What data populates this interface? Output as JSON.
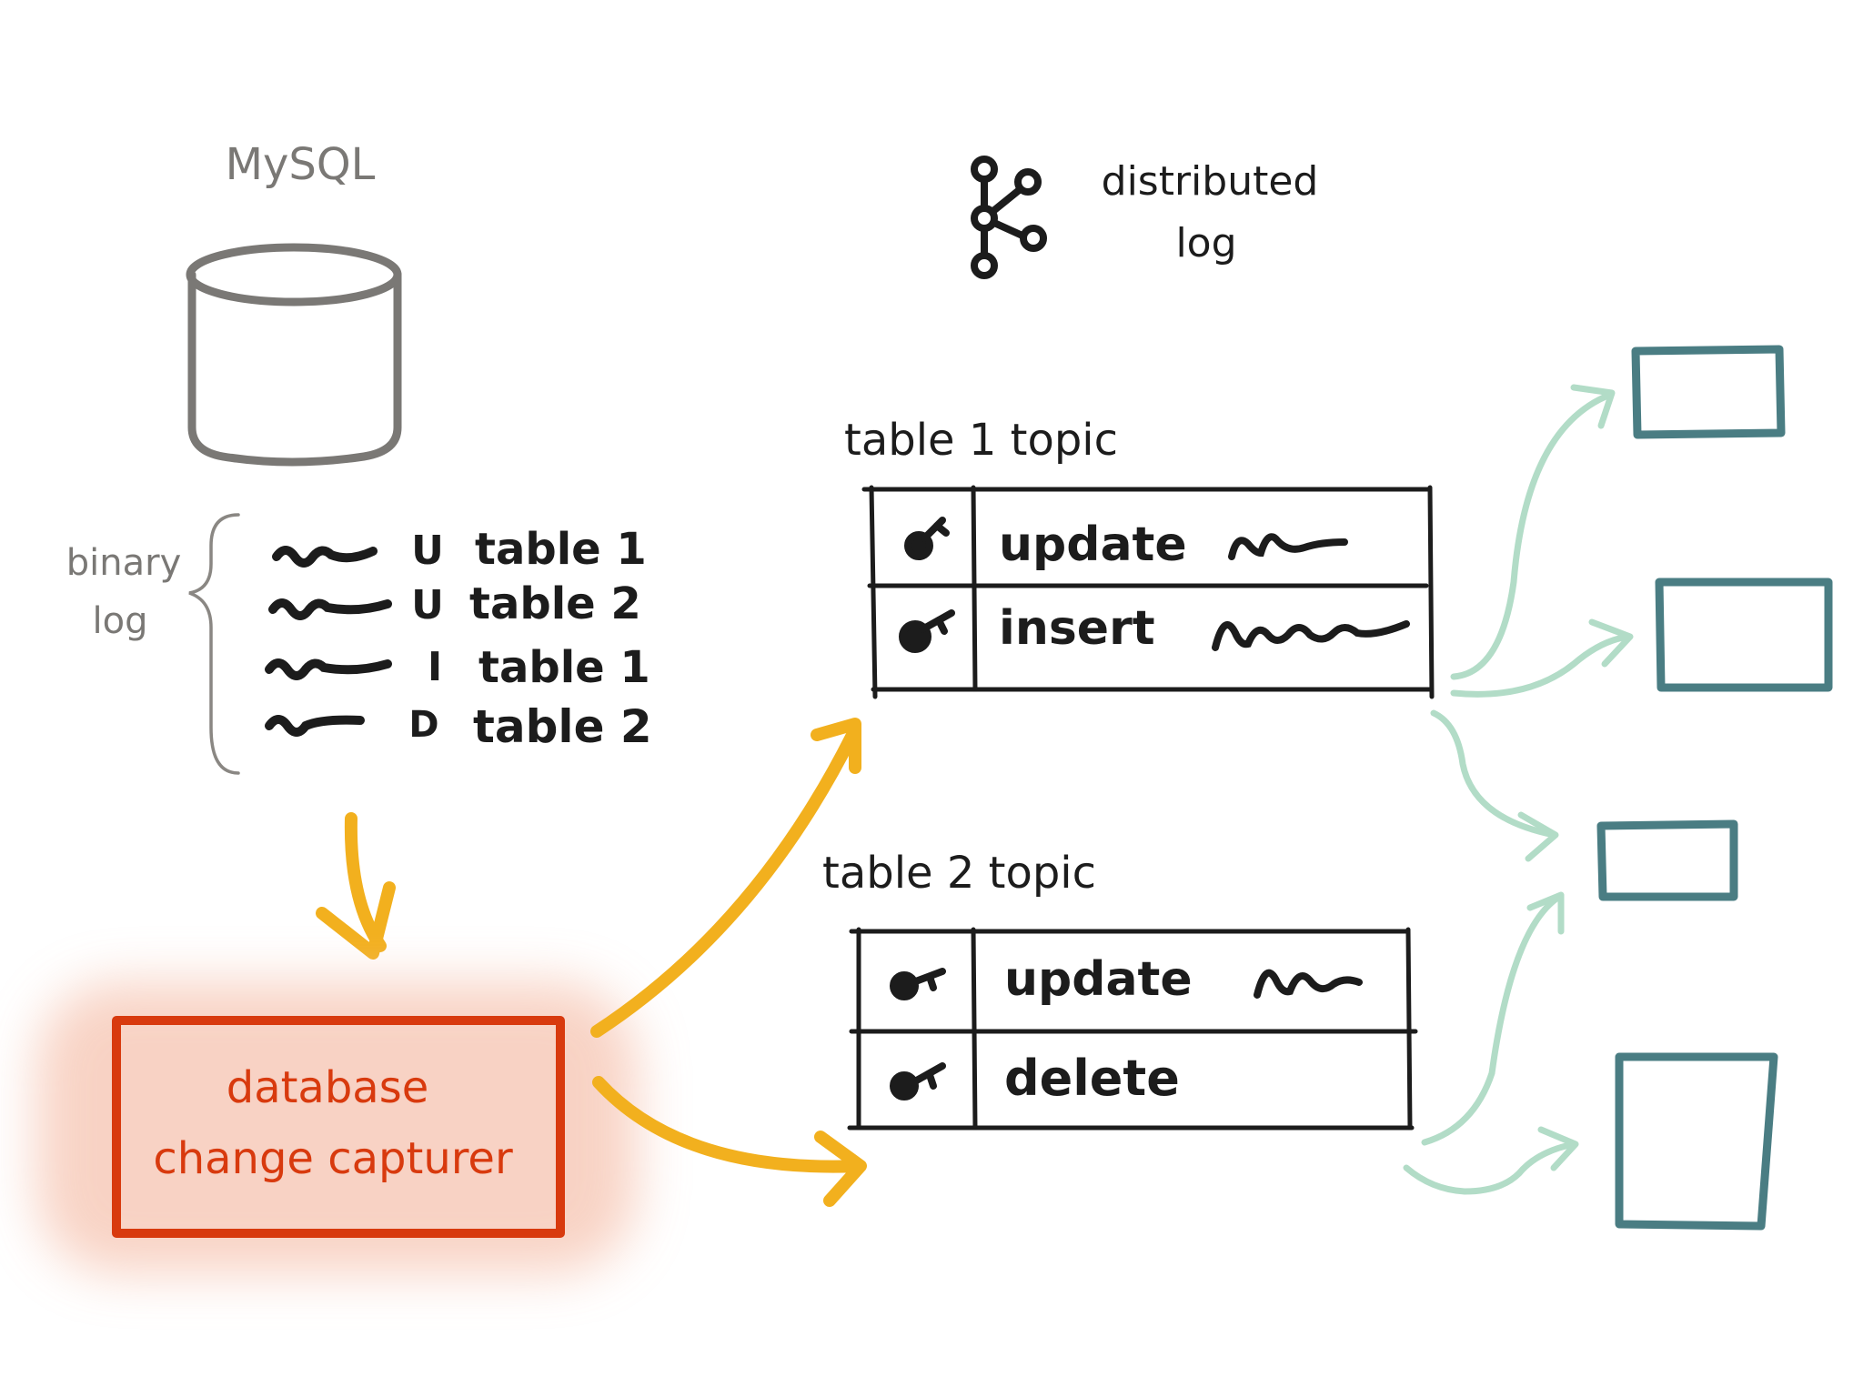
{
  "colors": {
    "ink": "#1c1c1c",
    "gray": "#7a7875",
    "orange": "#f2b01e",
    "red": "#d83a0e",
    "glow": "#f6c4b1",
    "teal": "#4a7d83",
    "mint": "#b2dcc7"
  },
  "icons": {
    "database": "cylinder-icon",
    "log": "kafka-icon",
    "key": "key-icon"
  },
  "mysql": {
    "label": "MySQL"
  },
  "binlog": {
    "label_line1": "binary",
    "label_line2": "log",
    "entries": [
      {
        "op": "U",
        "table": "table 1"
      },
      {
        "op": "U",
        "table": "table 2"
      },
      {
        "op": "I",
        "table": "table 1"
      },
      {
        "op": "D",
        "table": "table 2"
      }
    ]
  },
  "capturer": {
    "line1": "database",
    "line2": "change capturer"
  },
  "distributed_log": {
    "line1": "distributed",
    "line2": "log"
  },
  "topics": [
    {
      "title": "table 1 topic",
      "rows": [
        {
          "op": "update"
        },
        {
          "op": "insert"
        }
      ]
    },
    {
      "title": "table 2 topic",
      "rows": [
        {
          "op": "update"
        },
        {
          "op": "delete"
        }
      ]
    }
  ]
}
